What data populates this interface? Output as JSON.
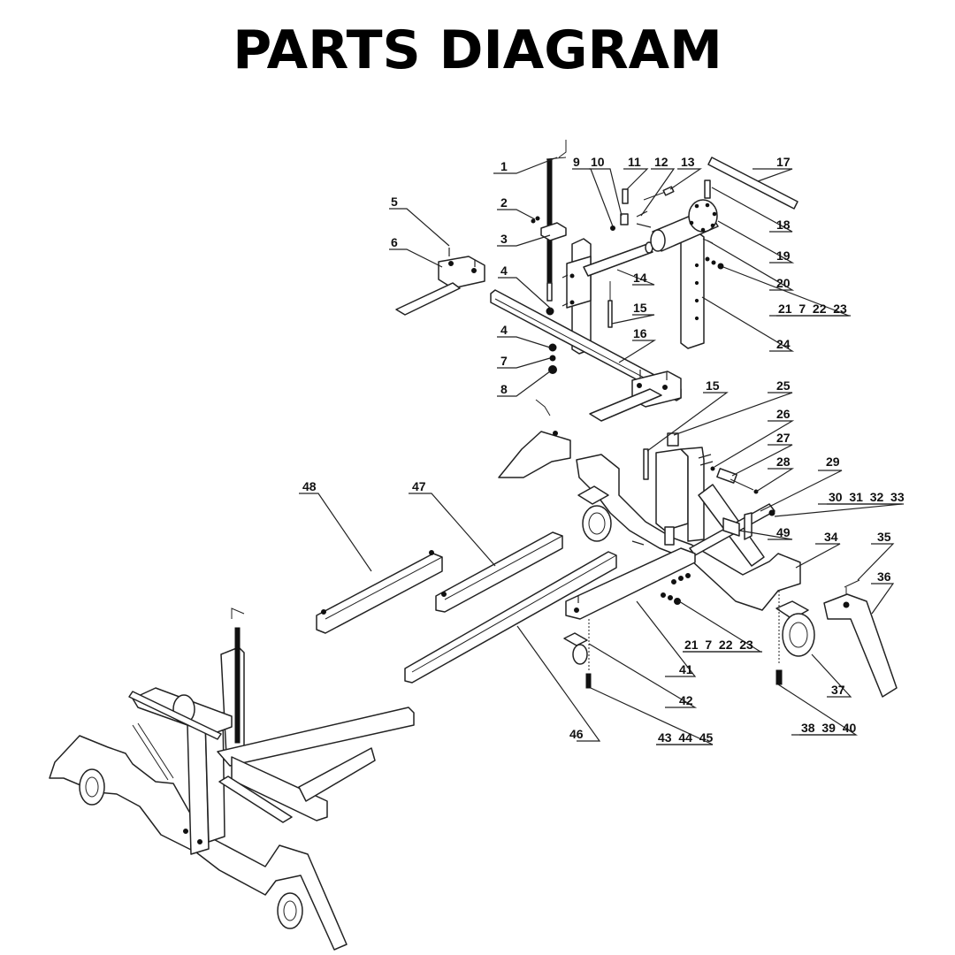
{
  "title": "PARTS DIAGRAM",
  "callouts": [
    {
      "id": "c1",
      "label": "1"
    },
    {
      "id": "c2",
      "label": "2"
    },
    {
      "id": "c3",
      "label": "3"
    },
    {
      "id": "c4a",
      "label": "4"
    },
    {
      "id": "c4b",
      "label": "4"
    },
    {
      "id": "c5",
      "label": "5"
    },
    {
      "id": "c6",
      "label": "6"
    },
    {
      "id": "c7",
      "label": "7"
    },
    {
      "id": "c8",
      "label": "8"
    },
    {
      "id": "c9",
      "label": "9"
    },
    {
      "id": "c10",
      "label": "10"
    },
    {
      "id": "c11",
      "label": "11"
    },
    {
      "id": "c12",
      "label": "12"
    },
    {
      "id": "c13",
      "label": "13"
    },
    {
      "id": "c14",
      "label": "14"
    },
    {
      "id": "c15a",
      "label": "15"
    },
    {
      "id": "c15b",
      "label": "15"
    },
    {
      "id": "c16",
      "label": "16"
    },
    {
      "id": "c17",
      "label": "17"
    },
    {
      "id": "c18",
      "label": "18"
    },
    {
      "id": "c19",
      "label": "19"
    },
    {
      "id": "c20",
      "label": "20"
    },
    {
      "id": "g21a",
      "label": "21  7  22  23"
    },
    {
      "id": "c24",
      "label": "24"
    },
    {
      "id": "c25",
      "label": "25"
    },
    {
      "id": "c26",
      "label": "26"
    },
    {
      "id": "c27",
      "label": "27"
    },
    {
      "id": "c28",
      "label": "28"
    },
    {
      "id": "c29",
      "label": "29"
    },
    {
      "id": "g30",
      "label": "30  31  32  33"
    },
    {
      "id": "c34",
      "label": "34"
    },
    {
      "id": "c35",
      "label": "35"
    },
    {
      "id": "c36",
      "label": "36"
    },
    {
      "id": "c37",
      "label": "37"
    },
    {
      "id": "g38",
      "label": "38  39  40"
    },
    {
      "id": "c41",
      "label": "41"
    },
    {
      "id": "c42",
      "label": "42"
    },
    {
      "id": "g43",
      "label": "43  44  45"
    },
    {
      "id": "c46",
      "label": "46"
    },
    {
      "id": "c47",
      "label": "47"
    },
    {
      "id": "c48",
      "label": "48"
    },
    {
      "id": "c49",
      "label": "49"
    },
    {
      "id": "g21b",
      "label": "21  7  22  23"
    }
  ]
}
